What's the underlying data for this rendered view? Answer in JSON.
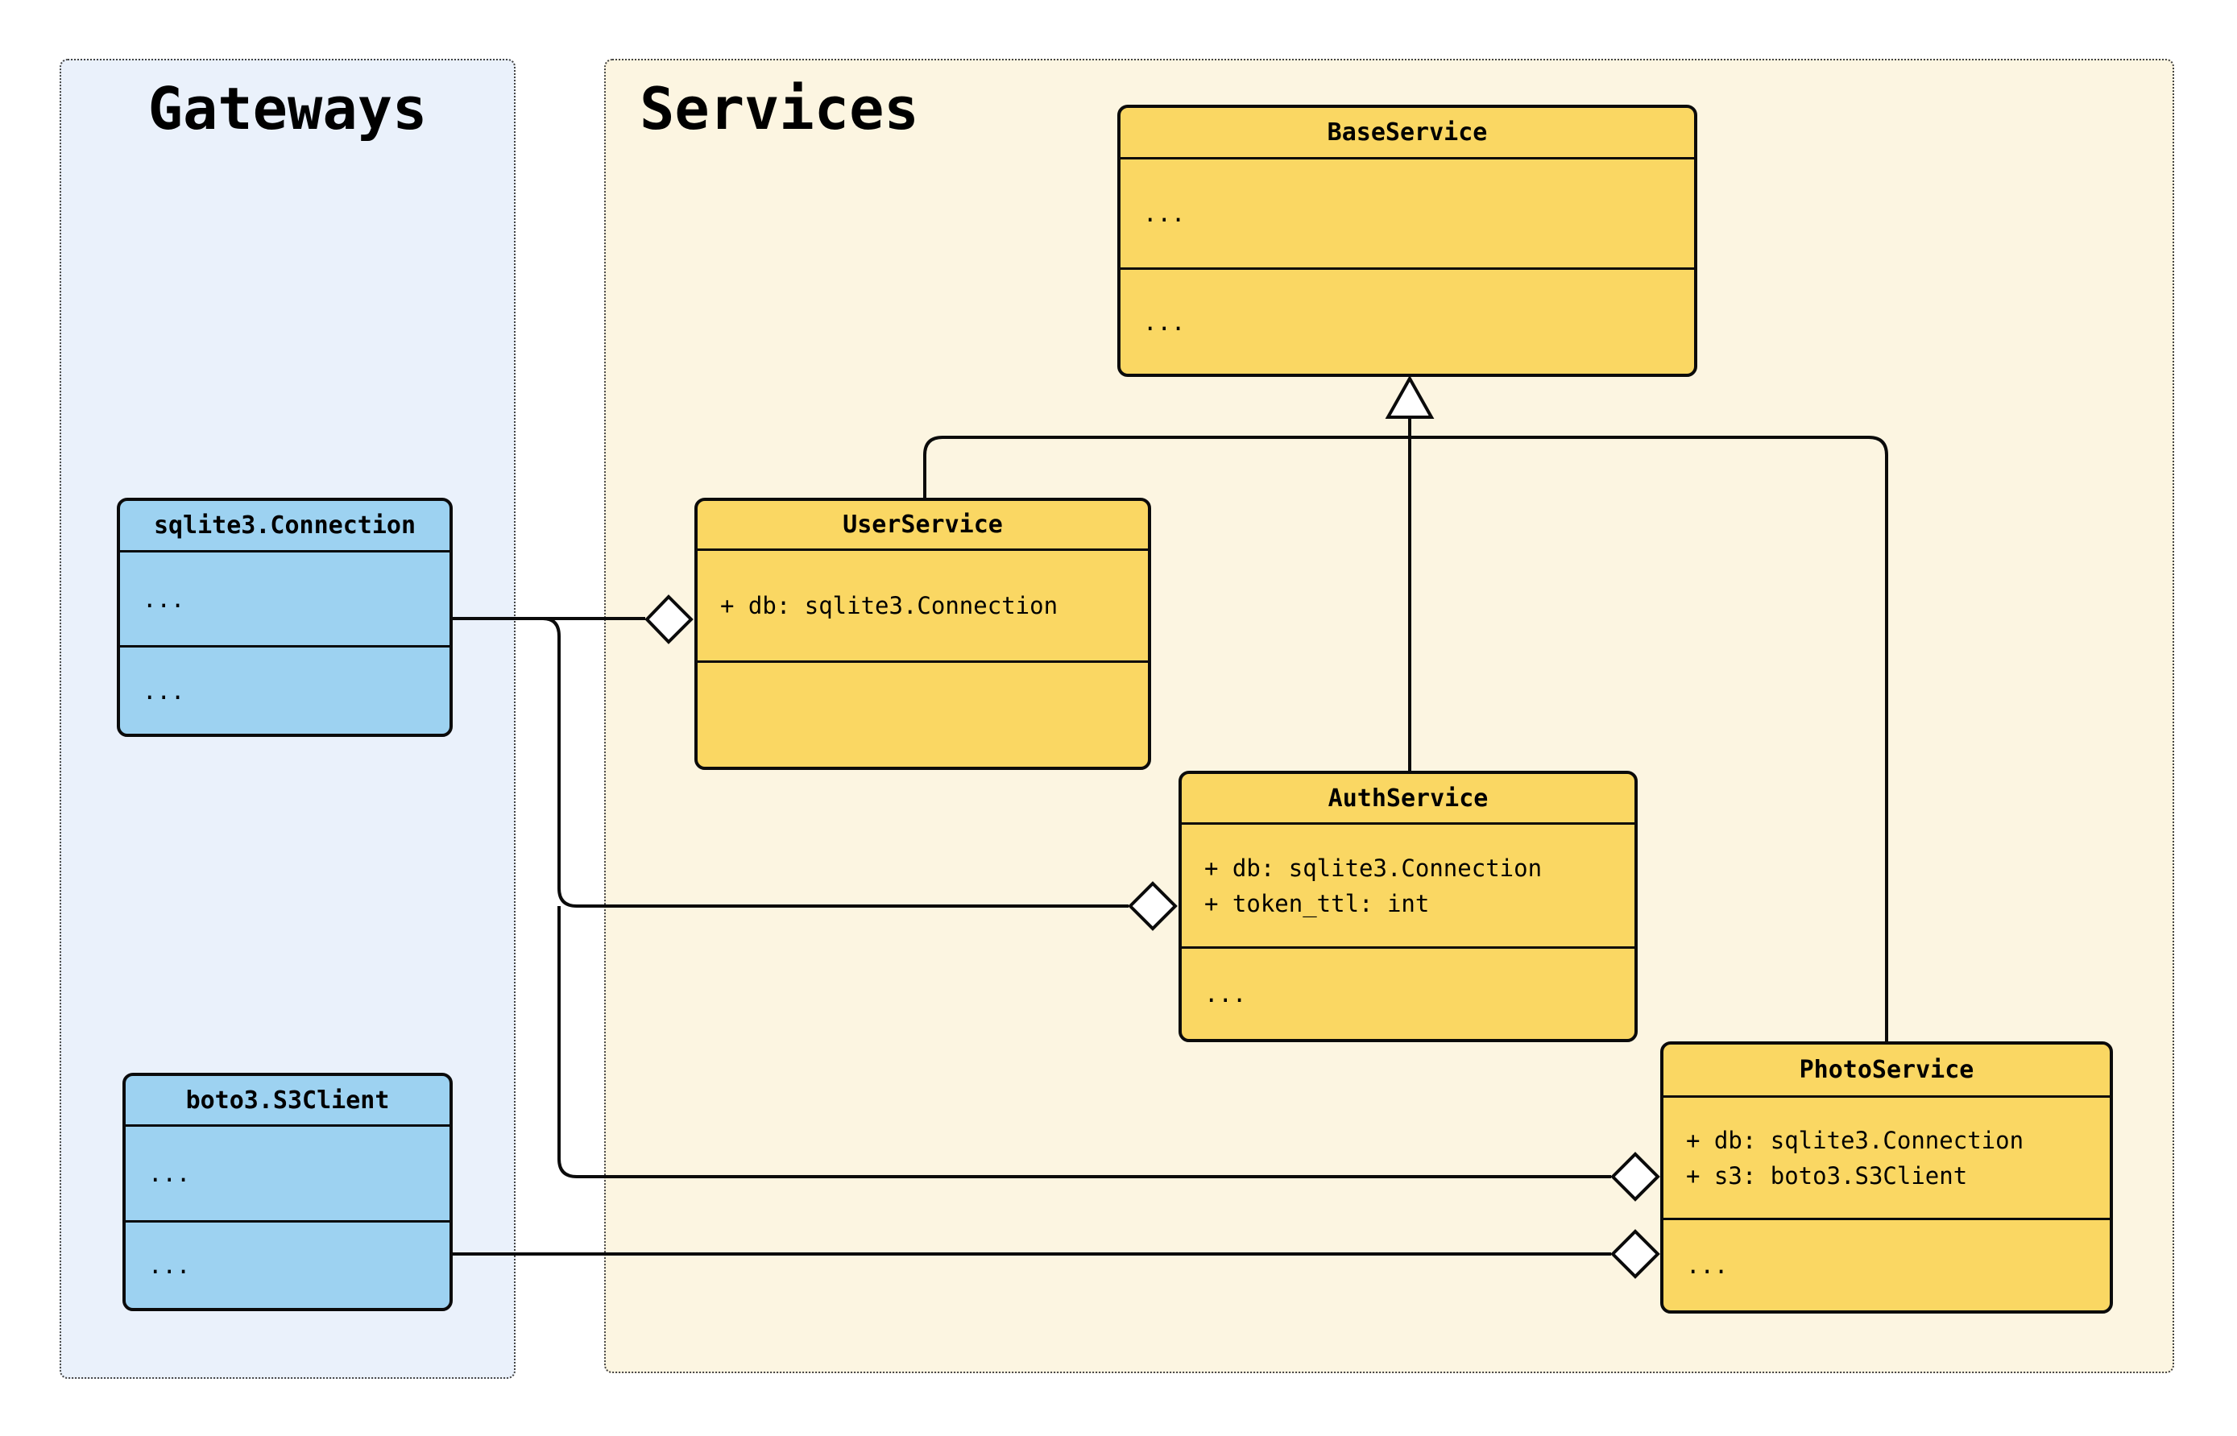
{
  "panels": {
    "gateways": {
      "title": "Gateways"
    },
    "services": {
      "title": "Services"
    }
  },
  "classes": {
    "base": {
      "name": "BaseService",
      "attributes": [
        "..."
      ],
      "operations": [
        "..."
      ]
    },
    "user": {
      "name": "UserService",
      "attributes": [
        "+ db: sqlite3.Connection"
      ],
      "operations": []
    },
    "auth": {
      "name": "AuthService",
      "attributes": [
        "+ db: sqlite3.Connection",
        "+ token_ttl: int"
      ],
      "operations": [
        "..."
      ]
    },
    "photo": {
      "name": "PhotoService",
      "attributes": [
        "+ db: sqlite3.Connection",
        "+ s3: boto3.S3Client"
      ],
      "operations": [
        "..."
      ]
    },
    "sqlite": {
      "name": "sqlite3.Connection",
      "attributes": [
        "..."
      ],
      "operations": [
        "..."
      ]
    },
    "boto": {
      "name": "boto3.S3Client",
      "attributes": [
        "..."
      ],
      "operations": [
        "..."
      ]
    }
  },
  "relationships": [
    {
      "from": "UserService",
      "to": "BaseService",
      "type": "inheritance"
    },
    {
      "from": "AuthService",
      "to": "BaseService",
      "type": "inheritance"
    },
    {
      "from": "PhotoService",
      "to": "BaseService",
      "type": "inheritance"
    },
    {
      "from": "sqlite3.Connection",
      "to": "UserService",
      "type": "aggregation"
    },
    {
      "from": "sqlite3.Connection",
      "to": "AuthService",
      "type": "aggregation"
    },
    {
      "from": "sqlite3.Connection",
      "to": "PhotoService",
      "type": "aggregation"
    },
    {
      "from": "boto3.S3Client",
      "to": "PhotoService",
      "type": "aggregation"
    }
  ],
  "colors": {
    "service_fill": "#FAD763",
    "gateway_fill": "#9DD2F1",
    "services_panel_fill": "#FCF5E1",
    "gateways_panel_fill": "#EAF1FB",
    "panel_border": "#444444",
    "stroke": "#0b0b0b"
  }
}
